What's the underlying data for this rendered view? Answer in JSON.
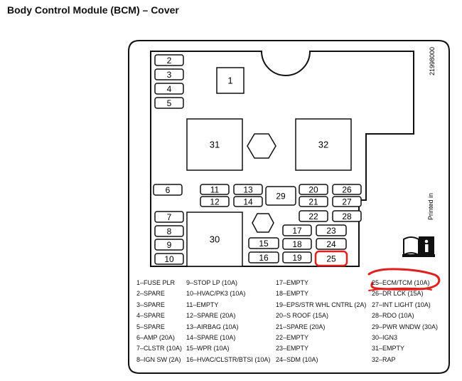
{
  "title": "Body Control Module (BCM) – Cover",
  "part_number": "21998000",
  "printed_in": "Printed in",
  "info_icon": "manual-info-icon",
  "highlight_color": "#e0201f",
  "relays": [
    "1",
    "31",
    "32",
    "30"
  ],
  "fuses": [
    "2",
    "3",
    "4",
    "5",
    "6",
    "7",
    "8",
    "9",
    "10",
    "11",
    "12",
    "13",
    "14",
    "15",
    "16",
    "17",
    "18",
    "19",
    "20",
    "21",
    "22",
    "23",
    "24",
    "25",
    "26",
    "27",
    "28",
    "29"
  ],
  "highlighted_fuse": "25",
  "legend": {
    "col1": [
      "1–FUSE PLR",
      "2–SPARE",
      "3–SPARE",
      "4–SPARE",
      "5–SPARE",
      "6–AMP (20A)",
      "7–CLSTR (10A)",
      "8–IGN SW (2A)"
    ],
    "col2": [
      "9–STOP LP (10A)",
      "10–HVAC/PK3 (10A)",
      "11–EMPTY",
      "12–SPARE (20A)",
      "13–AIRBAG (10A)",
      "14–SPARE (10A)",
      "15–WPR (10A)",
      "16–HVAC/CLSTR/BTSI (10A)"
    ],
    "col3": [
      "17–EMPTY",
      "18–EMPTY",
      "19–EPS/STR WHL CNTRL (2A)",
      "20–S ROOF (15A)",
      "21–SPARE (20A)",
      "22–EMPTY",
      "23–EMPTY",
      "24–SDM (10A)"
    ],
    "col4": [
      "25–ECM/TCM (10A)",
      "26–DR LCK (15A)",
      "27–INT LIGHT (10A)",
      "28–RDO (10A)",
      "29–PWR WNDW (30A)",
      "30–IGN3",
      "31–EMPTY",
      "32–RAP"
    ]
  }
}
